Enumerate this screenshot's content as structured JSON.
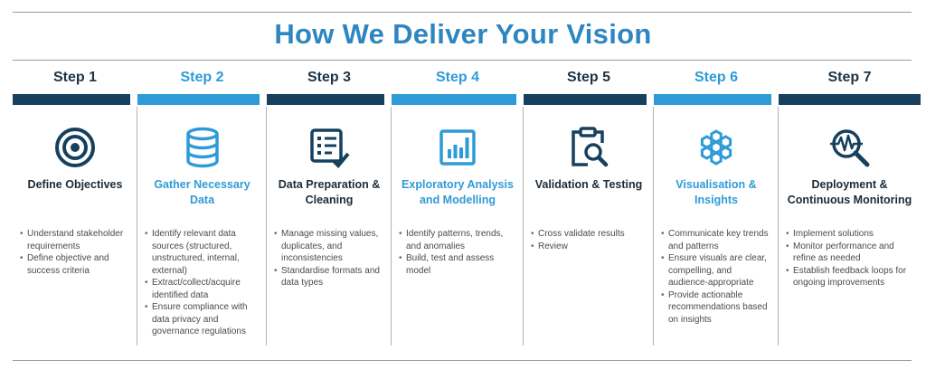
{
  "title": "How We Deliver Your Vision",
  "colors": {
    "dark": "#16405e",
    "accent": "#2e9bd6",
    "title": "#2e86c1"
  },
  "steps": [
    {
      "label": "Step 1",
      "name": "Define Objectives",
      "icon": "target-icon",
      "bullets": [
        "Understand stakeholder requirements",
        "Define objective and success criteria"
      ]
    },
    {
      "label": "Step 2",
      "name": "Gather Necessary Data",
      "icon": "database-icon",
      "bullets": [
        "Identify relevant data sources (structured, unstructured, internal, external)",
        "Extract/collect/acquire identified data",
        "Ensure compliance with data privacy and governance regulations"
      ]
    },
    {
      "label": "Step 3",
      "name": "Data Preparation & Cleaning",
      "icon": "checklist-icon",
      "bullets": [
        "Manage missing values, duplicates, and inconsistencies",
        "Standardise formats and data types"
      ]
    },
    {
      "label": "Step 4",
      "name": "Exploratory Analysis and Modelling",
      "icon": "bar-chart-icon",
      "bullets": [
        "Identify patterns, trends, and anomalies",
        "Build, test and assess model"
      ]
    },
    {
      "label": "Step 5",
      "name": "Validation & Testing",
      "icon": "clipboard-search-icon",
      "bullets": [
        "Cross validate results",
        "Review"
      ]
    },
    {
      "label": "Step 6",
      "name": "Visualisation & Insights",
      "icon": "hexagon-network-icon",
      "bullets": [
        "Communicate key trends and patterns",
        "Ensure visuals are clear, compelling, and audience-appropriate",
        "Provide actionable recommendations based on insights"
      ]
    },
    {
      "label": "Step 7",
      "name": "Deployment & Continuous Monitoring",
      "icon": "monitoring-magnifier-icon",
      "bullets": [
        "Implement solutions",
        "Monitor performance and refine as needed",
        "Establish feedback loops for ongoing improvements"
      ]
    }
  ]
}
